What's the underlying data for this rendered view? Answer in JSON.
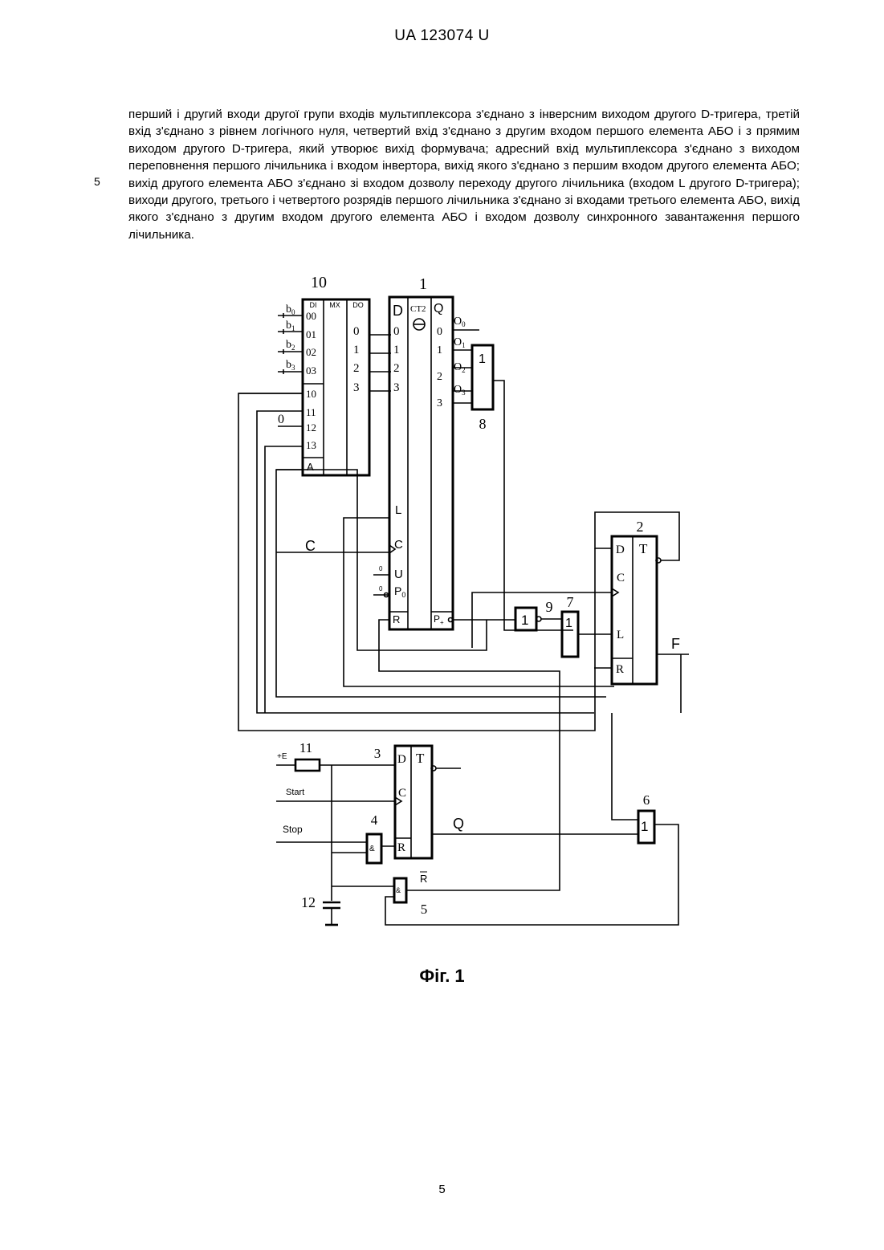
{
  "header": {
    "doc_number": "UA   123074   U"
  },
  "line_number": "5",
  "body_paragraph": "перший і другий входи другої групи входів мультиплексора з'єднано з інверсним виходом другого D-тригера, третій вхід з'єднано з рівнем логічного нуля, четвертий вхід з'єднано з другим входом першого елемента АБО і з прямим виходом другого D-тригера, який утворює вихід формувача; адресний вхід мультиплексора з'єднано з виходом переповнення першого лічильника і входом інвертора, вихід якого з'єднано з першим входом другого елемента АБО; вихід другого елемента АБО з'єднано зі входом дозволу переходу другого лічильника (входом L другого D-тригера); виходи другого, третього і четвертого розрядів першого лічильника з'єднано зі входами третього елемента АБО, вихід якого з'єднано з другим входом другого елемента АБО і входом дозволу синхронного завантаження першого лічильника.",
  "figure": {
    "element_numbers": {
      "mux": "10",
      "counter": "1",
      "or8": "8",
      "trig2": "2",
      "inv9": "9",
      "or7": "7",
      "res11": "11",
      "trig3": "3",
      "and4": "4",
      "or6": "6",
      "cap12": "12",
      "and5": "5"
    },
    "mux": {
      "di": "DI",
      "mx": "MX",
      "do": "DO",
      "in_00": "00",
      "in_01": "01",
      "in_02": "02",
      "in_03": "03",
      "in_10": "10",
      "in_11": "11",
      "in_12": "12",
      "in_13": "13",
      "addr": "A",
      "out_0": "0",
      "out_1": "1",
      "out_2": "2",
      "out_3": "3"
    },
    "mux_inputs": {
      "b0": "b",
      "b0s": "0",
      "b1": "b",
      "b1s": "1",
      "b2": "b",
      "b2s": "2",
      "b3": "b",
      "b3s": "3",
      "zero": "0"
    },
    "counter": {
      "d": "D",
      "ct": "CT2",
      "q": "Q",
      "d0": "0",
      "d1": "1",
      "d2": "2",
      "d3": "3",
      "q0": "0",
      "q1": "1",
      "q2": "2",
      "q3": "3",
      "l": "L",
      "c": "C",
      "u": "U",
      "p0": "P",
      "p0s": "0",
      "r": "R",
      "pout": "P",
      "pouts": "+"
    },
    "counter_ext": {
      "u_zero": "0",
      "p_zero": "0",
      "clock": "C",
      "o0": "O",
      "o0s": "0",
      "o1": "O",
      "o1s": "1",
      "o2": "O",
      "o2s": "2",
      "o3": "O",
      "o3s": "3"
    },
    "gates": {
      "or8": "1",
      "inv9": "1",
      "or7": "1",
      "or6": "1",
      "and4": "&",
      "and5": "&"
    },
    "trig2": {
      "d": "D",
      "t": "T",
      "c": "C",
      "l": "L",
      "r": "R",
      "out_f": "F"
    },
    "trig3": {
      "d": "D",
      "t": "T",
      "c": "C",
      "r": "R",
      "out_q": "Q"
    },
    "signals": {
      "plus_e": "+E",
      "start": "Start",
      "stop": "Stop",
      "r_bar": "R"
    }
  },
  "figure_caption": "Фіг. 1",
  "page_number": "5"
}
